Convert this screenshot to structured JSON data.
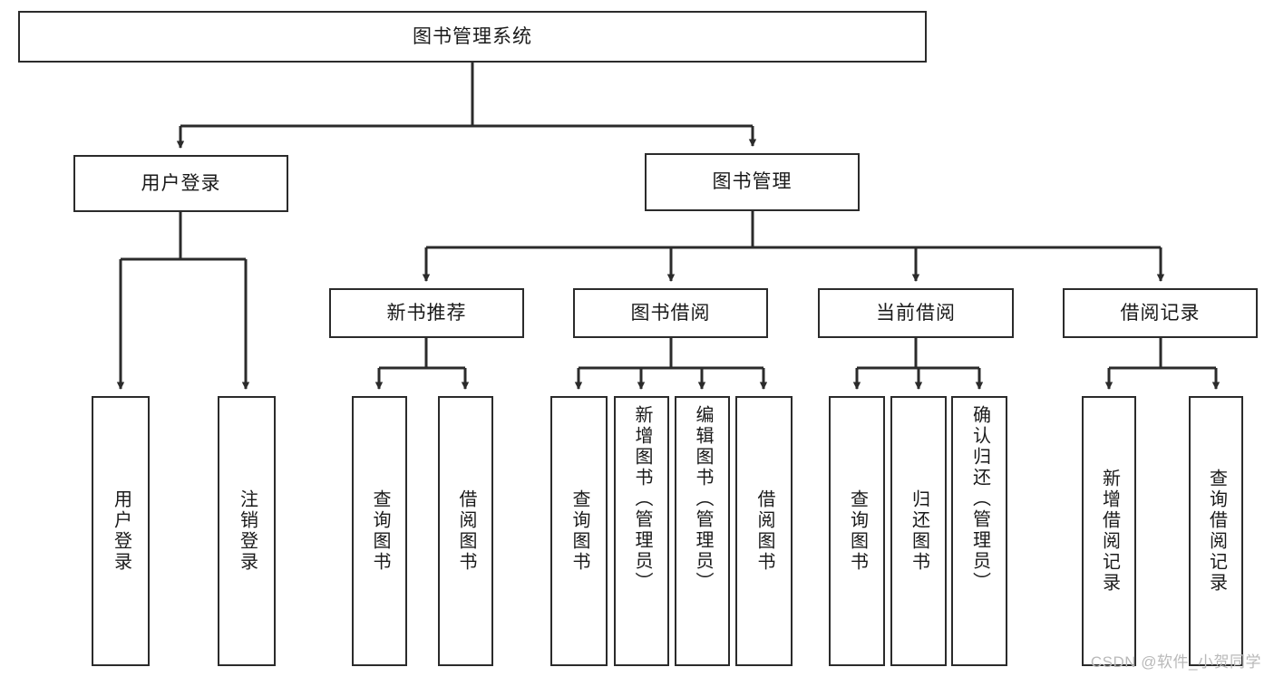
{
  "diagram": {
    "title": "图书管理系统",
    "type": "tree-hierarchy-chart",
    "colors": {
      "background": "#ffffff",
      "stroke": "#2b2b2b",
      "node_fill": "#ffffff",
      "text": "#1a1a1a",
      "watermark": "#b9b9b9"
    },
    "watermark": "CSDN @软件_小贺同学"
  },
  "nodes": {
    "root": {
      "label": "图书管理系统"
    },
    "level2": [
      {
        "label": "用户登录"
      },
      {
        "label": "图书管理"
      }
    ],
    "level3": [
      {
        "label": "新书推荐"
      },
      {
        "label": "图书借阅"
      },
      {
        "label": "当前借阅"
      },
      {
        "label": "借阅记录"
      }
    ],
    "leaves": {
      "user_login": [
        {
          "label": "用户登录"
        },
        {
          "label": "注销登录"
        }
      ],
      "new_book_recommend": [
        {
          "label": "查询图书"
        },
        {
          "label": "借阅图书"
        }
      ],
      "book_borrow": [
        {
          "label": "查询图书"
        },
        {
          "label": "新增图书（管理员）"
        },
        {
          "label": "编辑图书（管理员）"
        },
        {
          "label": "借阅图书"
        }
      ],
      "current_borrow": [
        {
          "label": "查询图书"
        },
        {
          "label": "归还图书"
        },
        {
          "label": "确认归还（管理员）"
        }
      ],
      "borrow_record": [
        {
          "label": "新增借阅记录"
        },
        {
          "label": "查询借阅记录"
        }
      ]
    }
  }
}
